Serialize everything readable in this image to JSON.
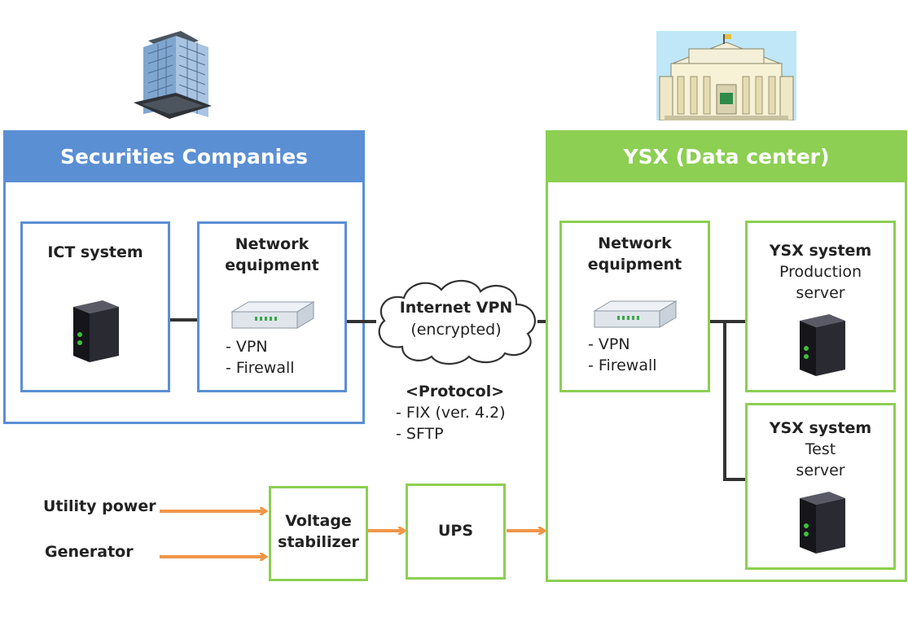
{
  "securities": {
    "header": "Securities Companies",
    "ict": {
      "title": "ICT system"
    },
    "network": {
      "title_line1": "Network",
      "title_line2": "equipment",
      "bullets": [
        "- VPN",
        "- Firewall"
      ]
    }
  },
  "ysx": {
    "header": "YSX (Data center)",
    "network": {
      "title_line1": "Network",
      "title_line2": "equipment",
      "bullets": [
        "- VPN",
        "- Firewall"
      ]
    },
    "production": {
      "title": "YSX system",
      "sub_line1": "Production",
      "sub_line2": "server"
    },
    "test": {
      "title": "YSX system",
      "sub_line1": "Test",
      "sub_line2": "server"
    }
  },
  "vpn": {
    "title": "Internet VPN",
    "subtitle": "(encrypted)"
  },
  "protocol": {
    "title": "<Protocol>",
    "items": [
      "- FIX (ver. 4.2)",
      "- SFTP"
    ]
  },
  "power": {
    "utility": "Utility power",
    "generator": "Generator",
    "stabilizer_line1": "Voltage",
    "stabilizer_line2": "stabilizer",
    "ups": "UPS"
  },
  "colors": {
    "blue": "#5b8fd4",
    "green": "#8ccf52",
    "arrow": "#f0964a",
    "line": "#333333"
  },
  "icons": [
    "office-building-icon",
    "exchange-building-icon",
    "server-icon",
    "router-icon",
    "cloud-icon"
  ]
}
